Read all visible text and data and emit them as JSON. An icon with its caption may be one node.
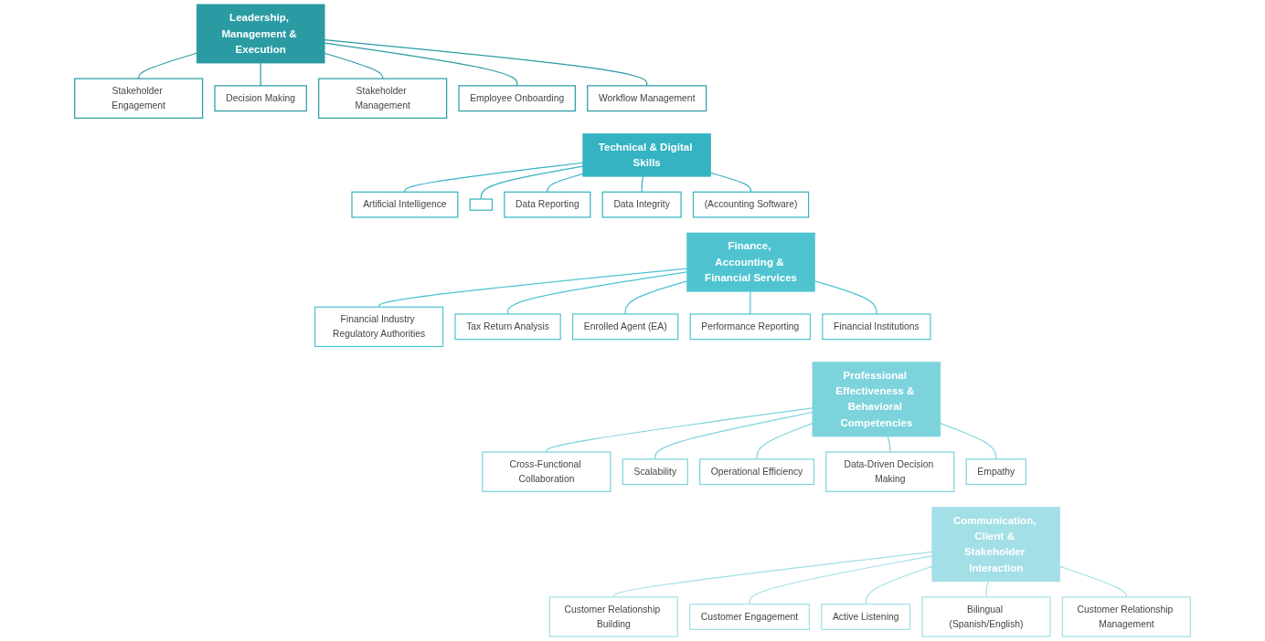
{
  "diagram": {
    "nodes": [
      {
        "text": [
          "Leadership, Management & Execution"
        ]
      },
      {
        "text": [
          "Stakeholder Engagement"
        ]
      },
      {
        "text": [
          "Decision Making"
        ]
      },
      {
        "text": [
          "Stakeholder Management"
        ]
      },
      {
        "text": [
          "Employee Onboarding"
        ]
      },
      {
        "text": [
          "Workflow Management"
        ]
      },
      {
        "text": [
          "Technical & Digital Skills"
        ]
      },
      {
        "text": [
          "Artificial Intelligence"
        ]
      },
      {
        "text": [],
        "shape": "box"
      },
      {
        "text": [
          "Data Reporting"
        ]
      },
      {
        "text": [
          "Data Integrity"
        ]
      },
      {
        "text": [
          "(Accounting Software)"
        ]
      },
      {
        "text": [
          "Finance, Accounting & Financial Services"
        ]
      },
      {
        "text": [
          "Financial Industry Regulatory Authorities"
        ]
      },
      {
        "text": [
          "Tax Return Analysis"
        ]
      },
      {
        "text": [
          "Enrolled Agent (EA)"
        ]
      },
      {
        "text": [
          "Performance Reporting"
        ]
      },
      {
        "text": [
          "Financial Institutions"
        ]
      },
      {
        "text": [
          "Professional Effectiveness & Behavioral Competencies"
        ]
      },
      {
        "text": [
          "Cross-Functional Collaboration"
        ]
      },
      {
        "text": [
          "Scalability"
        ]
      },
      {
        "text": [
          "Operational Efficiency"
        ]
      },
      {
        "text": [
          "Data-Driven Decision Making"
        ]
      },
      {
        "text": [
          "Empathy"
        ]
      },
      {
        "text": [
          "Communication, Client & Stakeholder Interaction"
        ]
      },
      {
        "text": [
          "Customer Relationship Building"
        ]
      },
      {
        "text": [
          "Customer Engagement"
        ]
      },
      {
        "text": [
          "Active Listening"
        ]
      },
      {
        "text": [
          "Bilingual (Spanish/English)"
        ]
      },
      {
        "text": [
          "Customer Relationship Management"
        ]
      }
    ],
    "edges": [
      {
        "from": 0,
        "to": 1,
        "arrow": "none",
        "color": "#2a9aa3"
      },
      {
        "from": 0,
        "to": 2,
        "arrow": "none",
        "color": "#2a9aa3"
      },
      {
        "from": 0,
        "to": 3,
        "arrow": "none",
        "color": "#2a9aa3"
      },
      {
        "from": 0,
        "to": 4,
        "arrow": "none",
        "color": "#2a9aa3"
      },
      {
        "from": 0,
        "to": 5,
        "arrow": "none",
        "color": "#2a9aa3"
      },
      {
        "from": 6,
        "to": 7,
        "arrow": "none",
        "color": "#35b3c2"
      },
      {
        "from": 6,
        "to": 8,
        "arrow": "none",
        "color": "#35b3c2"
      },
      {
        "from": 6,
        "to": 9,
        "arrow": "none",
        "color": "#35b3c2"
      },
      {
        "from": 6,
        "to": 10,
        "arrow": "none",
        "color": "#35b3c2"
      },
      {
        "from": 6,
        "to": 11,
        "arrow": "none",
        "color": "#35b3c2"
      },
      {
        "from": 12,
        "to": 13,
        "arrow": "none",
        "color": "#4fc4d0"
      },
      {
        "from": 12,
        "to": 14,
        "arrow": "none",
        "color": "#4fc4d0"
      },
      {
        "from": 12,
        "to": 15,
        "arrow": "none",
        "color": "#4fc4d0"
      },
      {
        "from": 12,
        "to": 16,
        "arrow": "none",
        "color": "#4fc4d0"
      },
      {
        "from": 12,
        "to": 17,
        "arrow": "none",
        "color": "#4fc4d0"
      },
      {
        "from": 18,
        "to": 19,
        "arrow": "none",
        "color": "#7dd3dc"
      },
      {
        "from": 18,
        "to": 20,
        "arrow": "none",
        "color": "#7dd3dc"
      },
      {
        "from": 18,
        "to": 21,
        "arrow": "none",
        "color": "#7dd3dc"
      },
      {
        "from": 18,
        "to": 22,
        "arrow": "none",
        "color": "#7dd3dc"
      },
      {
        "from": 18,
        "to": 23,
        "arrow": "none",
        "color": "#7dd3dc"
      },
      {
        "from": 24,
        "to": 25,
        "arrow": "none",
        "color": "#a3dfe6"
      },
      {
        "from": 24,
        "to": 26,
        "arrow": "none",
        "color": "#a3dfe6"
      },
      {
        "from": 24,
        "to": 27,
        "arrow": "none",
        "color": "#a3dfe6"
      },
      {
        "from": 24,
        "to": 28,
        "arrow": "none",
        "color": "#a3dfe6"
      },
      {
        "from": 24,
        "to": 29,
        "arrow": "none",
        "color": "#a3dfe6"
      }
    ]
  }
}
